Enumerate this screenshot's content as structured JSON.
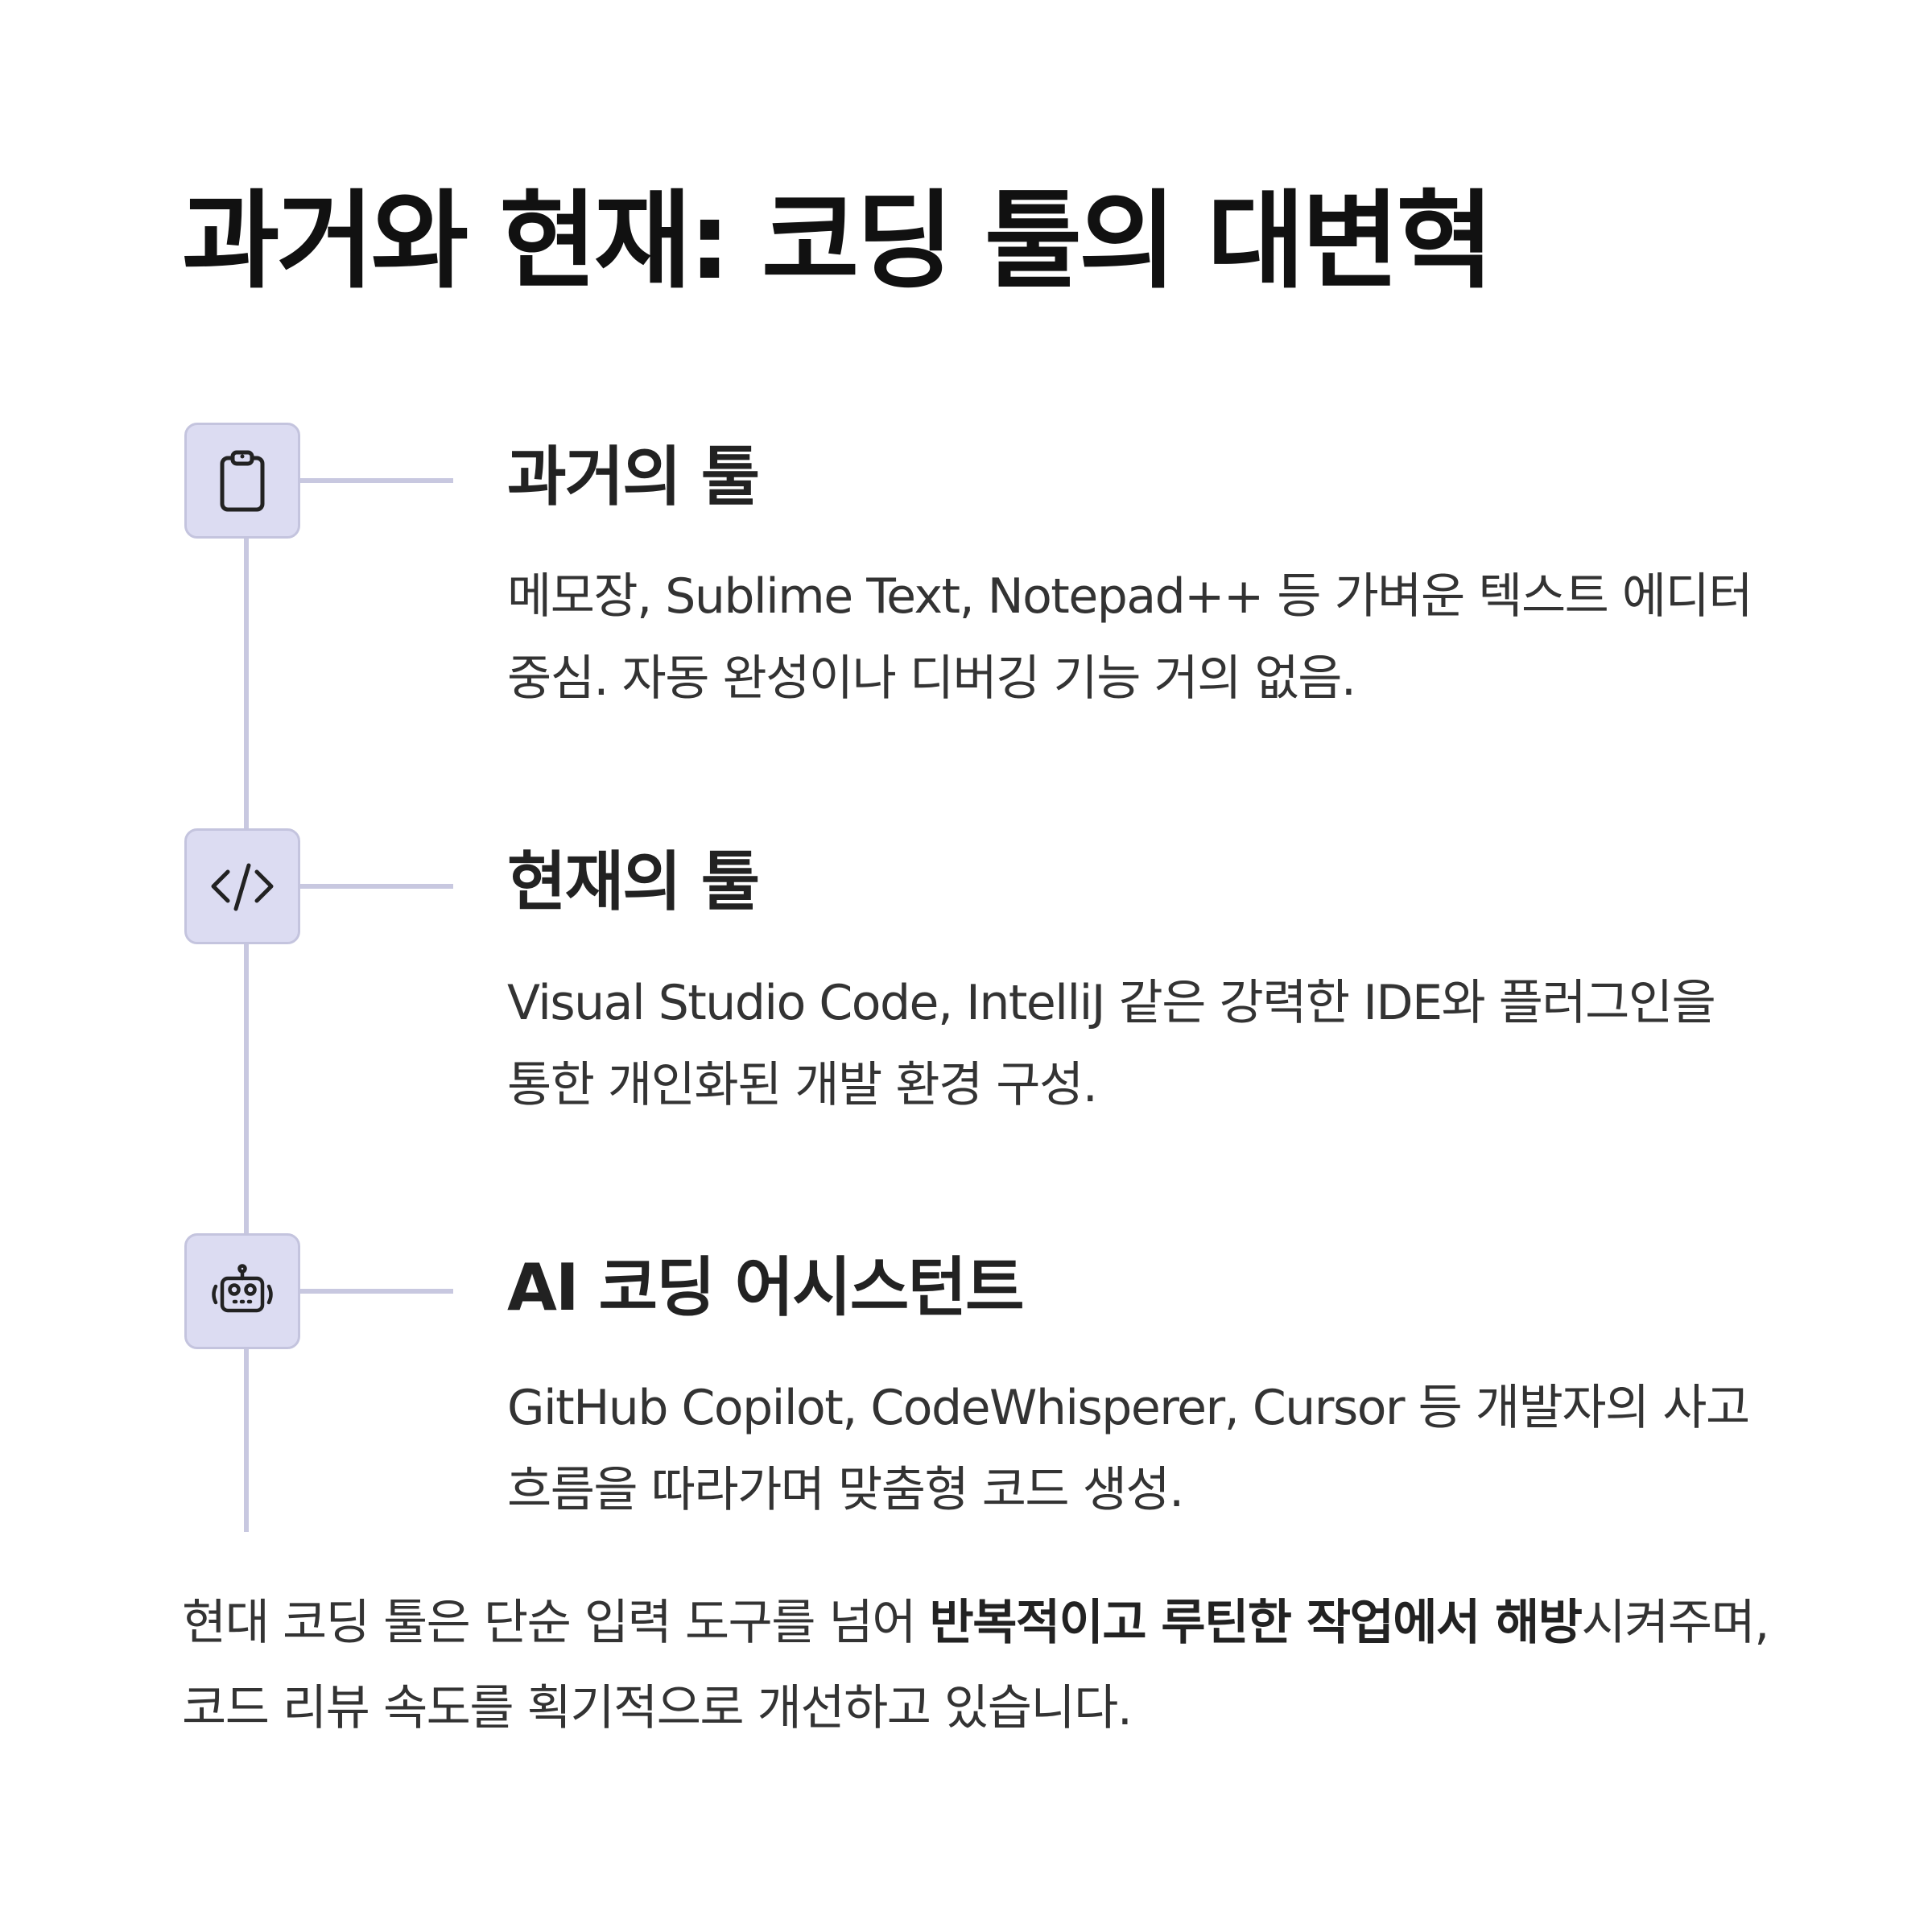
{
  "title": "과거와 현재: 코딩 툴의 대변혁",
  "timeline": [
    {
      "icon": "clipboard-icon",
      "title": "과거의 툴",
      "description": "메모장, Sublime Text, Notepad++ 등 가벼운 텍스트 에디터 중심. 자동 완성이나 디버깅 기능 거의 없음."
    },
    {
      "icon": "code-icon",
      "title": "현재의 툴",
      "description": "Visual Studio Code, IntelliJ 같은 강력한 IDE와 플러그인을 통한 개인화된 개발 환경 구성."
    },
    {
      "icon": "robot-icon",
      "title": "AI 코딩 어시스턴트",
      "description": "GitHub Copilot, CodeWhisperer, Cursor 등 개발자의 사고 흐름을 따라가며 맞춤형 코드 생성."
    }
  ],
  "summary": {
    "before": "현대 코딩 툴은 단순 입력 도구를 넘어 ",
    "emphasis": "반복적이고 루틴한 작업에서 해방",
    "after": "시켜주며, 코드 리뷰 속도를 획기적으로 개선하고 있습니다."
  },
  "colors": {
    "icon_background": "#dcdcf2",
    "icon_border": "#c4c4de",
    "timeline_line": "#c8c8e0",
    "text": "#222222"
  }
}
